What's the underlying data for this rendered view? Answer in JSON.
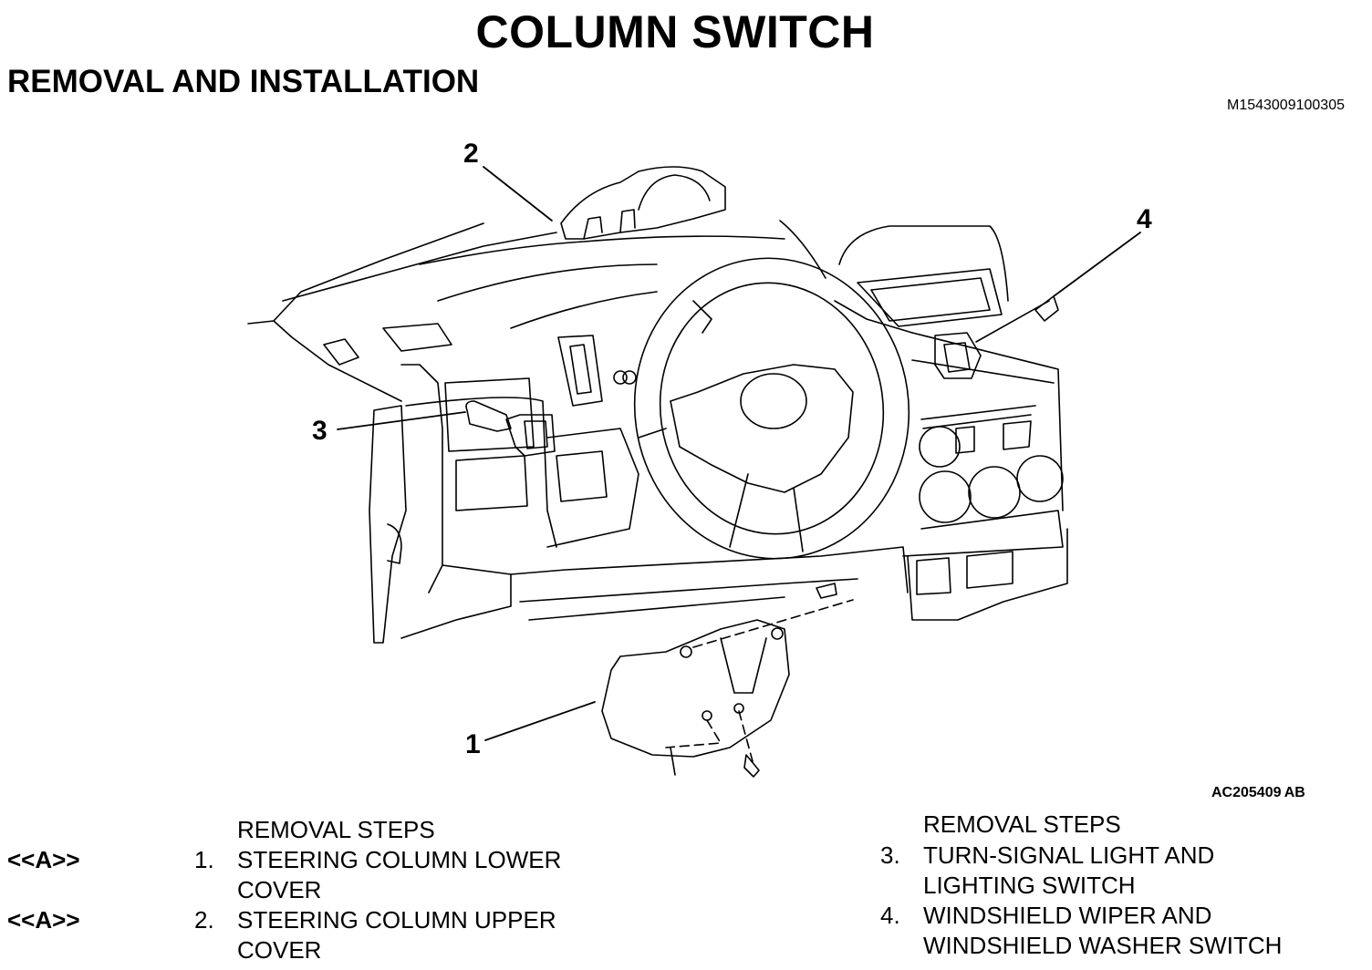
{
  "header": {
    "title": "COLUMN SWITCH",
    "subtitle": "REMOVAL AND INSTALLATION",
    "doc_id": "M1543009100305"
  },
  "figure": {
    "figure_id": "AC205409 AB",
    "callouts": [
      "1",
      "2",
      "3",
      "4"
    ]
  },
  "steps_left": {
    "heading": "REMOVAL STEPS",
    "items": [
      {
        "ref": "<<A>>",
        "num": "1.",
        "line1": "STEERING COLUMN LOWER",
        "line2": "COVER"
      },
      {
        "ref": "<<A>>",
        "num": "2.",
        "line1": "STEERING COLUMN UPPER",
        "line2": "COVER"
      }
    ]
  },
  "steps_right": {
    "heading": "REMOVAL STEPS",
    "items": [
      {
        "num": "3.",
        "line1": "TURN-SIGNAL LIGHT AND",
        "line2": "LIGHTING SWITCH"
      },
      {
        "num": "4.",
        "line1": "WINDSHIELD WIPER AND",
        "line2": "WINDSHIELD WASHER SWITCH"
      }
    ]
  }
}
